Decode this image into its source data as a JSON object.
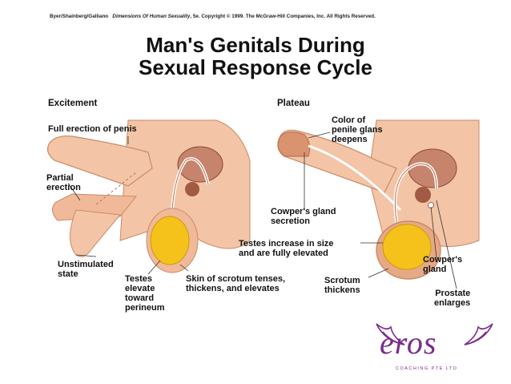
{
  "credit": {
    "authors": "Byer/Shainberg/Galliano",
    "book": "Dimensions Of Human Sexuality",
    "rest": ", 5e. Copyright © 1999. The McGraw-Hill Companies, Inc. All Rights Reserved."
  },
  "title": {
    "line1": "Man's Genitals During",
    "line2": "Sexual Response Cycle"
  },
  "excitement": {
    "heading": "Excitement",
    "labels": {
      "full_erection": "Full erection of penis",
      "partial_1": "Partial",
      "partial_2": "erection",
      "unstim_1": "Unstimulated",
      "unstim_2": "state",
      "testes_1": "Testes",
      "testes_2": "elevate",
      "testes_3": "toward",
      "testes_4": "perineum",
      "skin_1": "Skin of scrotum tenses,",
      "skin_2": "thickens, and elevates"
    }
  },
  "plateau": {
    "heading": "Plateau",
    "labels": {
      "color_1": "Color of",
      "color_2": "penile glans",
      "color_3": "deepens",
      "cowper_sec_1": "Cowper's gland",
      "cowper_sec_2": "secretion",
      "testes_inc_1": "Testes increase in size",
      "testes_inc_2": "and are fully elevated",
      "cowper_1": "Cowper's",
      "cowper_2": "gland",
      "scrotum_1": "Scrotum",
      "scrotum_2": "thickens",
      "prostate_1": "Prostate",
      "prostate_2": "enlarges"
    }
  },
  "logo": {
    "word": "eros",
    "sub": "COACHING PTE LTD"
  },
  "colors": {
    "skin": "#f3c4a6",
    "skin_dark": "#d9936e",
    "testis": "#f4c21a",
    "organ": "#b7705a",
    "logo": "#7b2c8c"
  }
}
